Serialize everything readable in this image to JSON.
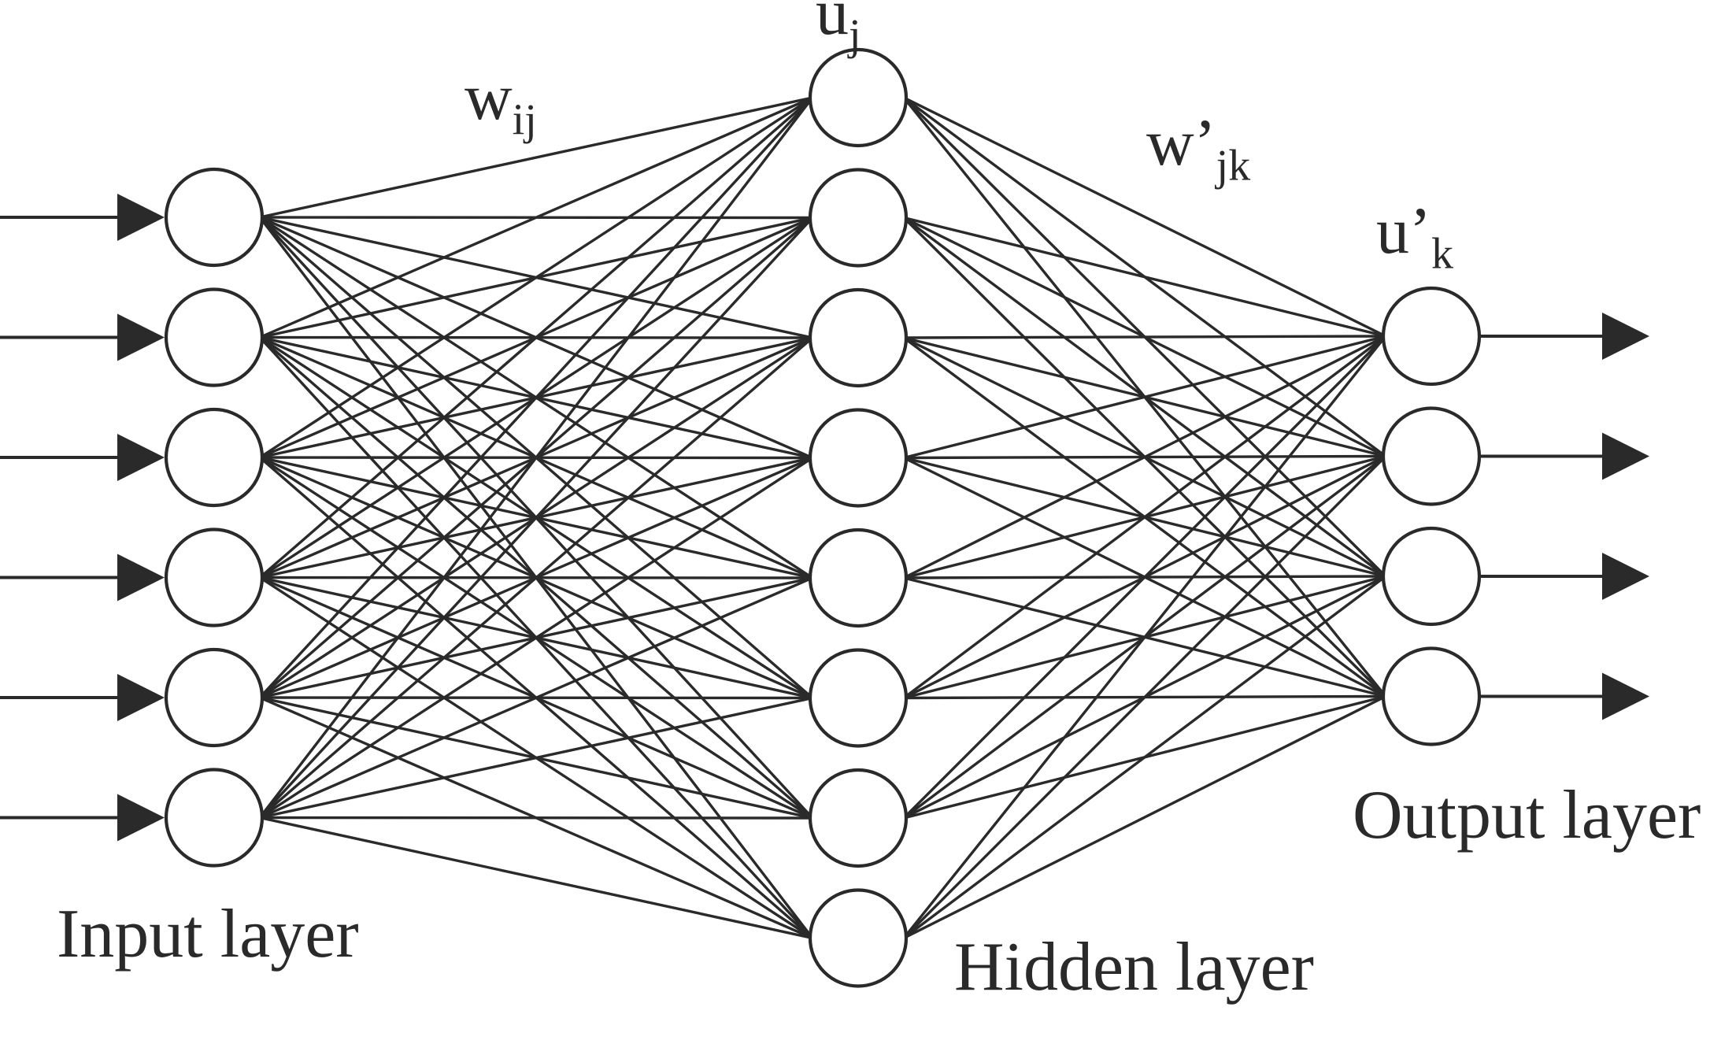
{
  "diagram": {
    "layers": [
      {
        "key": "input",
        "label": "Input layer",
        "neuron_count": 6
      },
      {
        "key": "hidden",
        "label": "Hidden layer",
        "neuron_count": 8
      },
      {
        "key": "output",
        "label": "Output layer",
        "neuron_count": 4
      }
    ],
    "symbols": {
      "w_ij": {
        "base": "w",
        "prime": "",
        "sub": "ij"
      },
      "u_j": {
        "base": "u",
        "prime": "",
        "sub": "j"
      },
      "w_jk": {
        "base": "w",
        "prime": "’",
        "sub": "jk"
      },
      "u_k": {
        "base": "u",
        "prime": "’",
        "sub": "k"
      }
    },
    "connectivity": "fully-connected",
    "colors": {
      "stroke": "#2a2a2a",
      "neuron_fill": "#ffffff",
      "background": "#ffffff"
    }
  }
}
